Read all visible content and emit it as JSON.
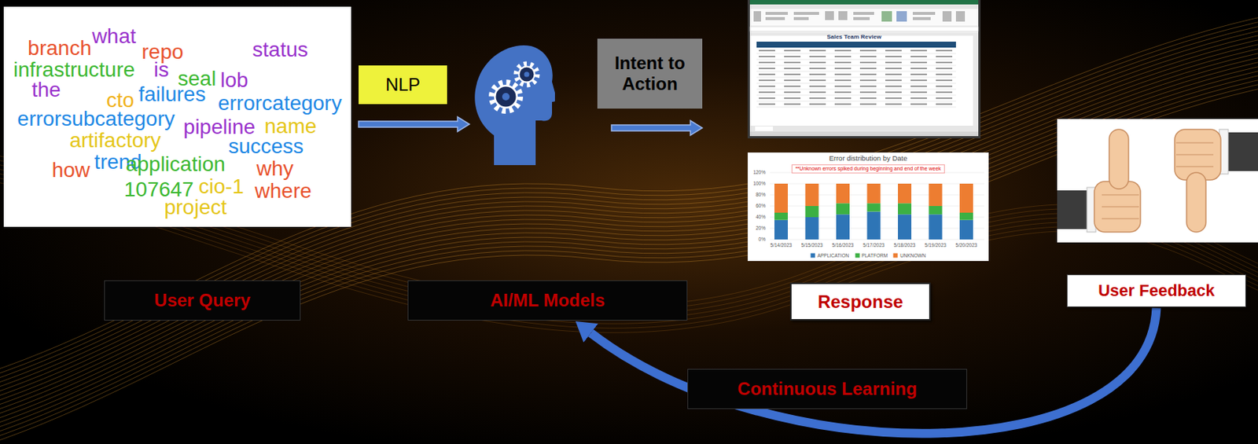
{
  "diagram": {
    "nodes": [
      {
        "text": [
          "branch",
          "what",
          "repo",
          "status",
          "infrastructure",
          "is",
          "seal",
          "lob",
          "the",
          "cto",
          "failures",
          "errorcategory",
          "errorsubcategory",
          "pipeline",
          "name",
          "artifactory",
          "success",
          "how",
          "trend",
          "application",
          "why",
          "107647",
          "cio-1",
          "where",
          "project"
        ]
      },
      {
        "text": [
          "NLP"
        ]
      },
      {
        "text": [
          "Intent to Action"
        ]
      },
      {
        "text": [
          "User Query"
        ]
      },
      {
        "text": [
          "AI/ML Models"
        ]
      },
      {
        "text": [
          "Response"
        ]
      },
      {
        "text": [
          "User Feedback"
        ]
      },
      {
        "text": [
          "Continuous Learning"
        ]
      }
    ],
    "edges": [
      {
        "from": 6,
        "to": 4,
        "arrow": "to"
      }
    ],
    "labels": [
      "Sales Team Review",
      "Error distribution by Date",
      "**Unknown errors spiked during beginning and end of the week",
      "120%",
      "100%",
      "80%",
      "60%",
      "40%",
      "20%",
      "0%",
      "5/14/2023",
      "5/15/2023",
      "5/16/2023",
      "5/17/2023",
      "5/18/2023",
      "5/19/2023",
      "5/20/2023"
    ],
    "legend": [
      {
        "text": "APPLICATION",
        "color": "#2e75b6"
      },
      {
        "text": "PLATFORM",
        "color": "#3cb043"
      },
      {
        "text": "UNKNOWN",
        "color": "#ed7d31"
      }
    ]
  }
}
